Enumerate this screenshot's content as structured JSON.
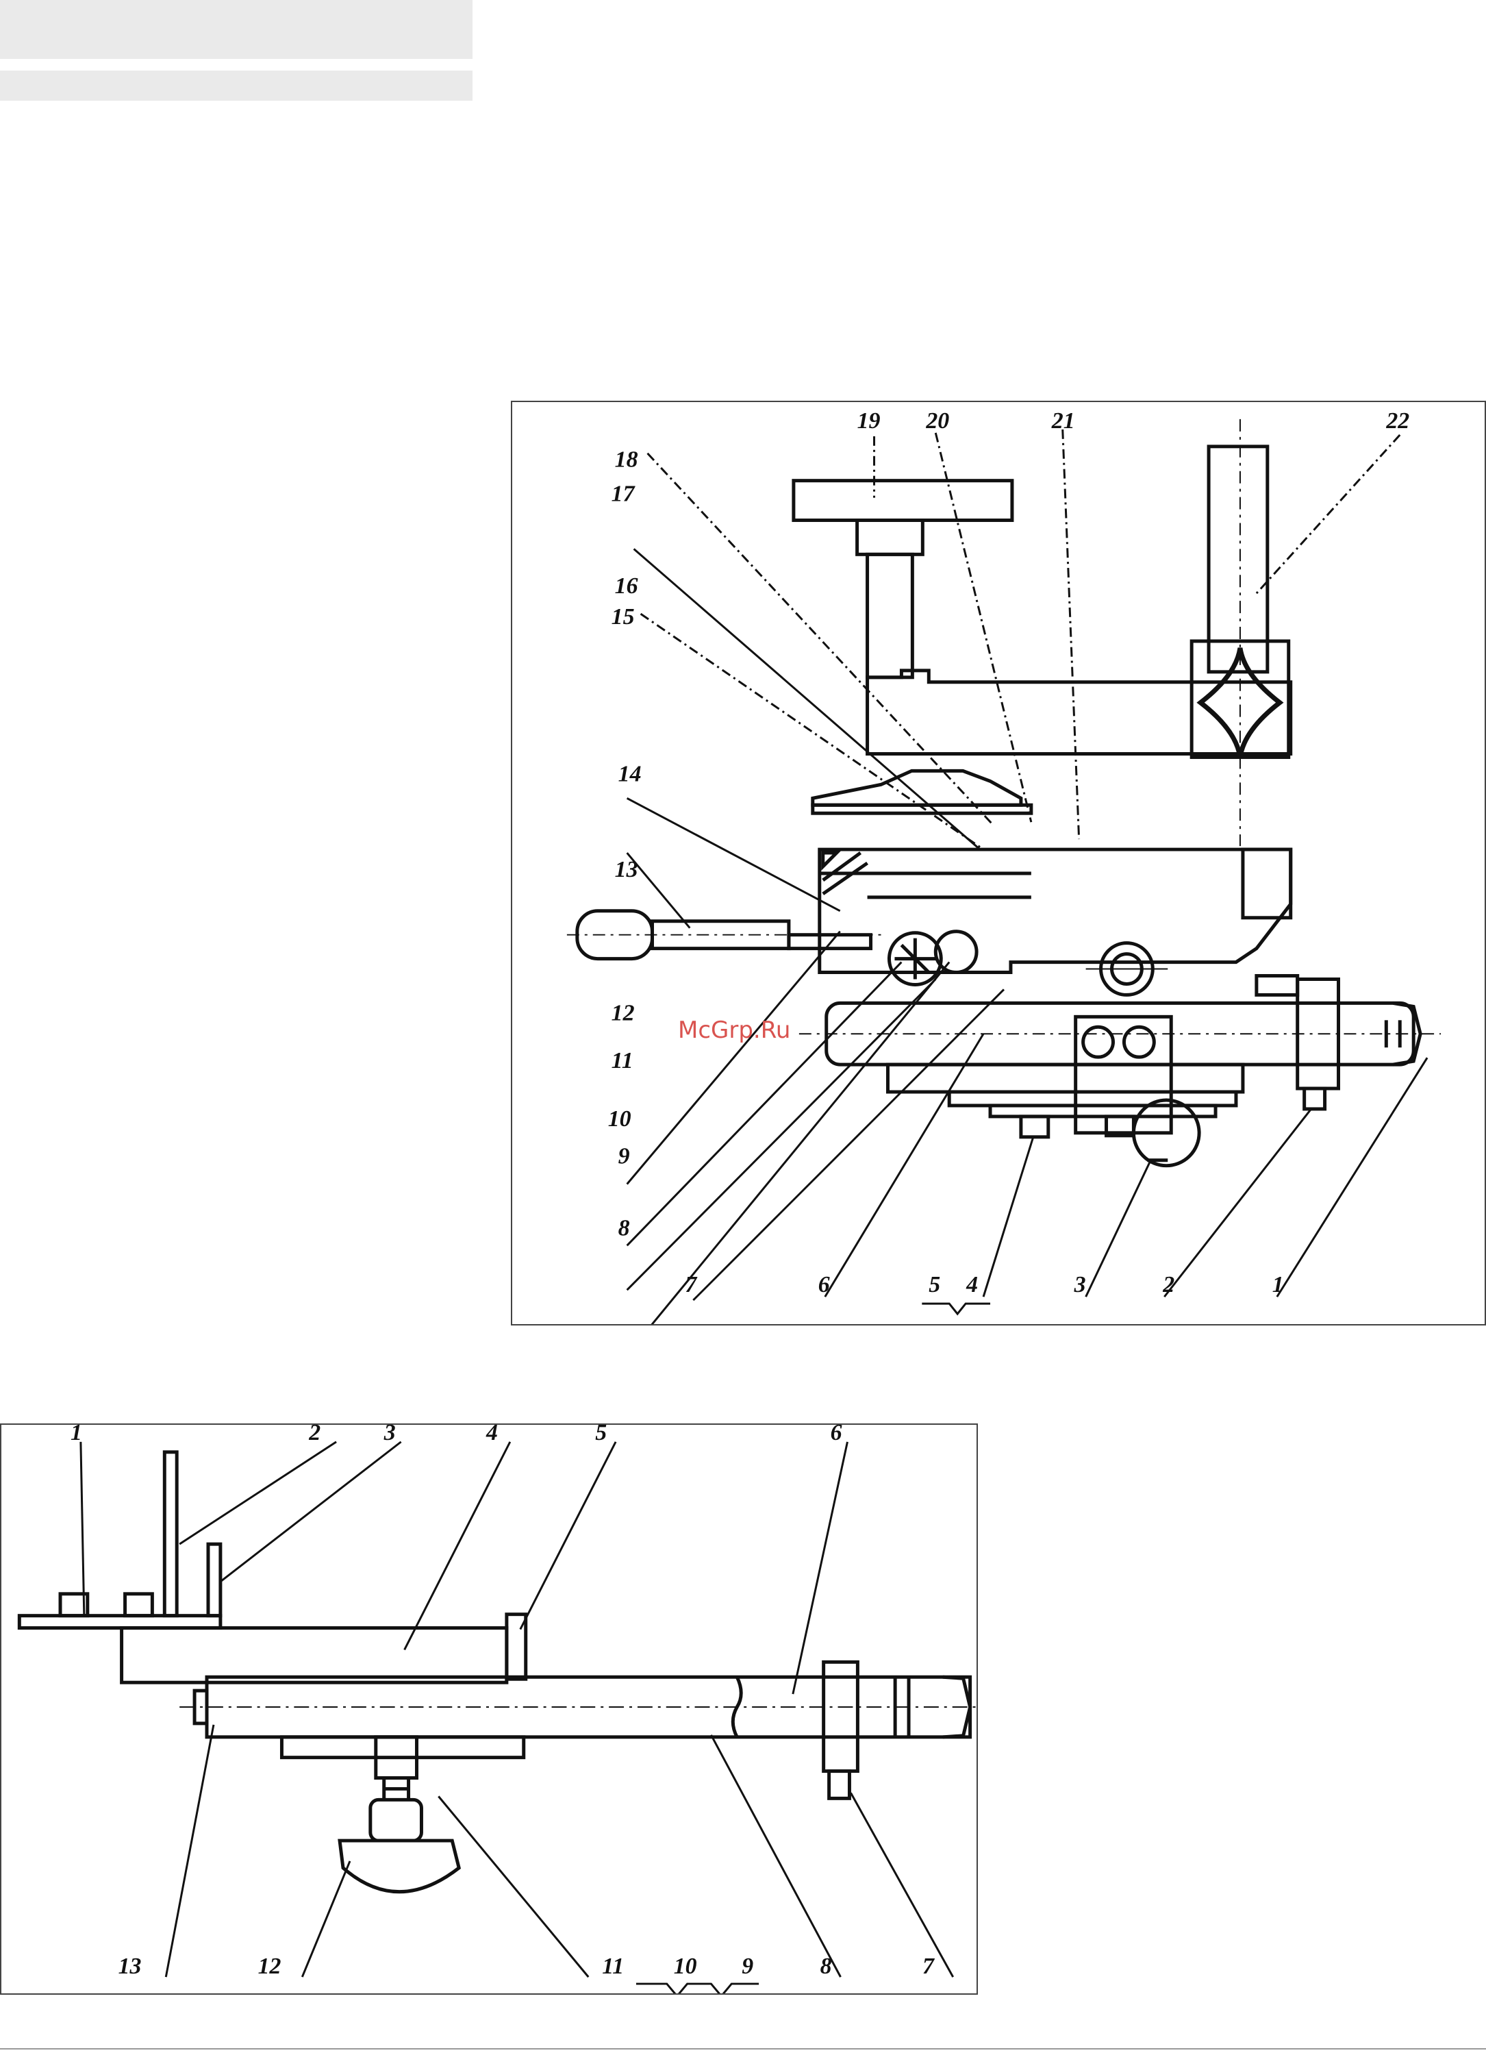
{
  "page": {
    "watermark": "McGrp.Ru",
    "watermark_color": "#d9534f"
  },
  "figure1": {
    "labels": [
      "1",
      "2",
      "3",
      "4",
      "5",
      "6",
      "7",
      "8",
      "9",
      "10",
      "11",
      "12",
      "13",
      "14",
      "15",
      "16",
      "17",
      "18",
      "19",
      "20",
      "21",
      "22"
    ]
  },
  "figure2": {
    "labels": [
      "1",
      "2",
      "3",
      "4",
      "5",
      "6",
      "7",
      "8",
      "9",
      "10",
      "11",
      "12",
      "13"
    ]
  }
}
